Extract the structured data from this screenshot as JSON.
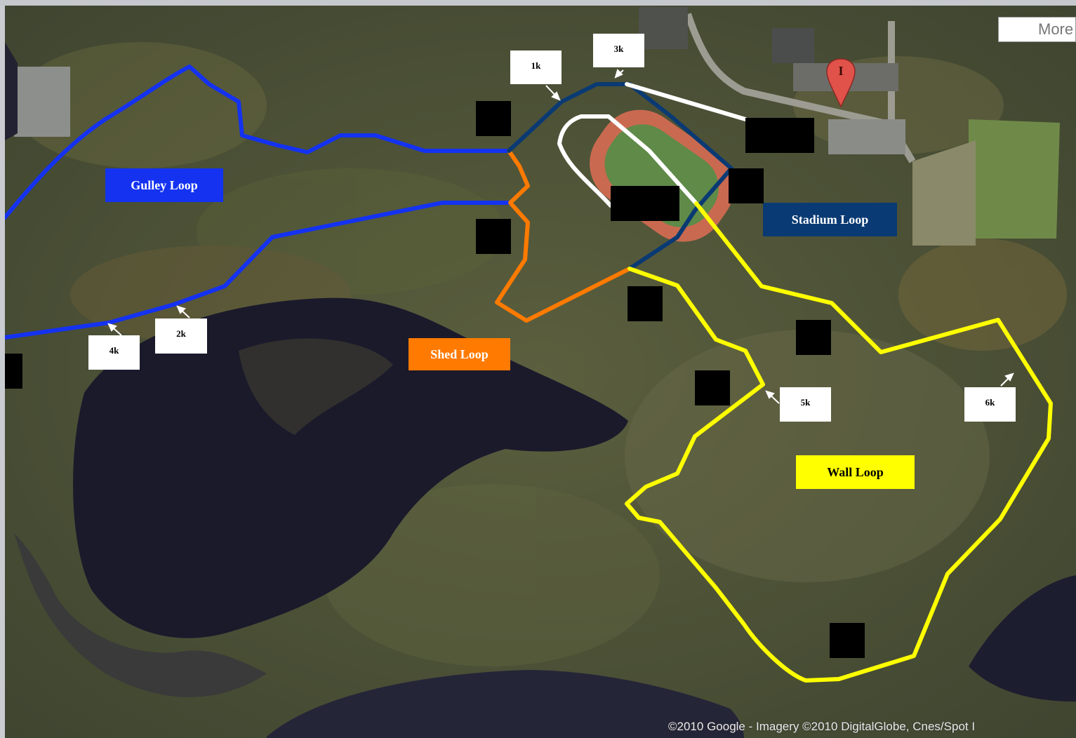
{
  "map": {
    "more_button": "More",
    "credit": "©2010 Google - Imagery ©2010 DigitalGlobe, Cnes/Spot I",
    "marker_glyph": "I"
  },
  "loops": [
    {
      "name": "Gulley Loop",
      "color": "#1432f0",
      "text_color": "#ffffff"
    },
    {
      "name": "Stadium Loop",
      "color": "#0a3a73",
      "text_color": "#ffffff"
    },
    {
      "name": "Shed Loop",
      "color": "#ff7a00",
      "text_color": "#ffffff"
    },
    {
      "name": "Wall Loop",
      "color": "#ffff00",
      "text_color": "#000000"
    }
  ],
  "km_markers": [
    "1k",
    "2k",
    "3k",
    "4k",
    "5k",
    "6k"
  ]
}
